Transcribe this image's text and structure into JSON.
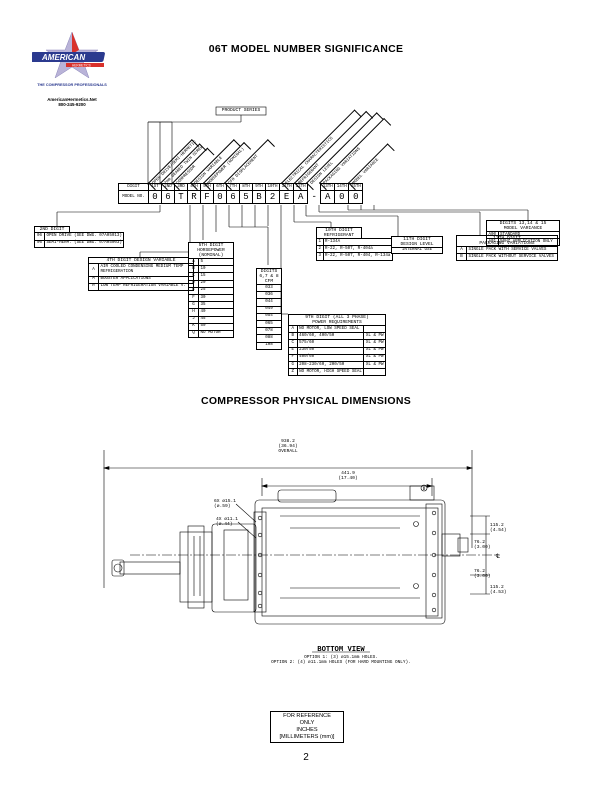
{
  "logo": {
    "brand": "AMERICAN",
    "sub": "HERMETICS",
    "tagline": "THE COMPRESSOR PROFESSIONALS",
    "website": "AmericanHermetics.Net",
    "phone": "800-245-9200"
  },
  "title_model": "06T MODEL NUMBER SIGNIFICANCE",
  "title_dims": "COMPRESSOR PHYSICAL DIMENSIONS",
  "product_series": "PRODUCT SERIES",
  "slant_labels": [
    "OPEN DRIVE/SEMI-HERMETIC",
    "7mm GEARED TWIN SCREW",
    "COMPRESSOR",
    "DESIGN VARIABLE",
    "HORSEPOWER (NOMINAL)",
    "CFM DISPLACEMENT",
    "ELECTRICAL CHARACTERISTICS",
    "REFRIGERANT",
    "DESIGN LEVEL",
    "PACKAGING VARIATIONS",
    "MODEL VARIANCE"
  ],
  "digit_row": {
    "label_digit": "DIGIT",
    "label_model": "MODEL NO.",
    "positions": [
      "1ST",
      "2ND",
      "3RD",
      "4TH",
      "5TH",
      "6TH",
      "7TH",
      "8TH",
      "9TH",
      "10TH",
      "11TH",
      "12TH",
      "",
      "13TH",
      "14TH",
      "15TH"
    ],
    "chars": [
      "0",
      "6",
      "T",
      "R",
      "F",
      "0",
      "6",
      "5",
      "B",
      "2",
      "E",
      "A",
      "-",
      "A",
      "0",
      "0"
    ]
  },
  "digit2": {
    "title": "2ND DIGIT",
    "rows": [
      [
        "06",
        "OPEN DRIVE (SEE DWG. 07A05013)"
      ],
      [
        "06",
        "SEMI-HERM. (SEE DWG. 07A05003)"
      ]
    ]
  },
  "digit4": {
    "title": "4TH DIGIT DESIGN VARIABLE",
    "rows": [
      [
        "A",
        "AIR COOLED CONDENSING MEDIUM TEMP REFRIGERATION"
      ],
      [
        "M",
        "BOOSTER APPLICATIONS"
      ],
      [
        "R",
        "LOW TEMP REFRIGERATION VARIABLE V."
      ]
    ]
  },
  "digit5": {
    "title1": "5TH DIGIT",
    "title2": "HORSEPOWER",
    "title3": "(NOMINAL)",
    "rows": [
      [
        "A",
        "5"
      ],
      [
        "B",
        "10"
      ],
      [
        "C",
        "15"
      ],
      [
        "D",
        "20"
      ],
      [
        "E",
        "25"
      ],
      [
        "F",
        "30"
      ],
      [
        "G",
        "35"
      ],
      [
        "H",
        "40"
      ],
      [
        "J",
        "45"
      ],
      [
        "K",
        "50"
      ],
      [
        "Q",
        "NO MOTOR"
      ]
    ]
  },
  "digit678": {
    "title1": "DIGITS",
    "title2": "6,7 & 8",
    "title3": "CFM",
    "rows": [
      "033",
      "036",
      "044",
      "049",
      "054",
      "065",
      "078",
      "088",
      "108"
    ]
  },
  "digit9": {
    "title1": "9TH DIGIT (ALL 3 PHASE)",
    "title2": "POWER REQUIREMENTS",
    "rows": [
      [
        "A",
        "NO MOTOR, LOW SPEED SEAL",
        ""
      ],
      [
        "B",
        "460/60, 400/50",
        "XL & PW"
      ],
      [
        "C",
        "575/60",
        "XL & PW"
      ],
      [
        "E",
        "230/50",
        "XL & PW"
      ],
      [
        "F",
        "400/60",
        "XL & PW"
      ],
      [
        "G",
        "208-230/60, 200/50",
        "XL & PW"
      ],
      [
        "Z",
        "NO MOTOR, HIGH SPEED SEAL",
        ""
      ]
    ]
  },
  "digit10": {
    "title1": "10TH DIGIT",
    "title2": "REFRIGERANT",
    "rows": [
      [
        "1",
        "R-134A"
      ],
      [
        "2",
        "R-22, R-507, R-404a"
      ],
      [
        "3",
        "R-22, R-507, R-404, R-134a"
      ]
    ]
  },
  "digit11": {
    "title1": "11TH DIGIT",
    "title2": "DESIGN LEVEL",
    "value": "INTERNAL USE"
  },
  "digit12": {
    "title1": "12TH DIGIT",
    "title2": "PACKAGING VARIATIONS",
    "rows": [
      [
        "A",
        "SINGLE PACK WITH SERVICE VALVES"
      ],
      [
        "B",
        "SINGLE PACK WITHOUT SERVICE VALVES"
      ]
    ]
  },
  "digit131415": {
    "title1": "DIGITS 13,14 & 15",
    "title2": "MODEL VARIANCE",
    "rows": [
      [
        "A00",
        "STANDARD"
      ],
      [
        "A01",
        "50HZ APPLICATION ONLY"
      ]
    ]
  },
  "dims": {
    "overall_total": "938.2",
    "overall_total_in": "(36.94)",
    "overall_label": "OVERALL",
    "dim_441": "441.9",
    "dim_441_in": "(17.40)",
    "dim_152a": "115.2",
    "dim_152a_in": "(4.54)",
    "dim_762a": "76.2",
    "dim_762a_in": "(3.00)",
    "dim_762b": "76.2",
    "dim_762b_in": "(3.00)",
    "dim_152b": "115.2",
    "dim_152b_in": "(4.53)",
    "hole6x": "6X ø15.1",
    "hole6x_in": "(ø.59)",
    "hole4x": "4X ø11.1",
    "hole4x_in": "(ø.44)",
    "cl": "℄",
    "b_label": "B",
    "view_title": "BOTTOM VIEW",
    "option1": "OPTION 1: (3) ø15.1mm HOLES.",
    "option2": "OPTION 2: (4) ø11.1mm HOLES (FOR HARD MOUNTING ONLY)."
  },
  "reference": {
    "line1": "FOR REFERENCE ONLY",
    "line2": "INCHES",
    "line3": "[MILLIMETERS (mm)]"
  },
  "page_number": "2"
}
